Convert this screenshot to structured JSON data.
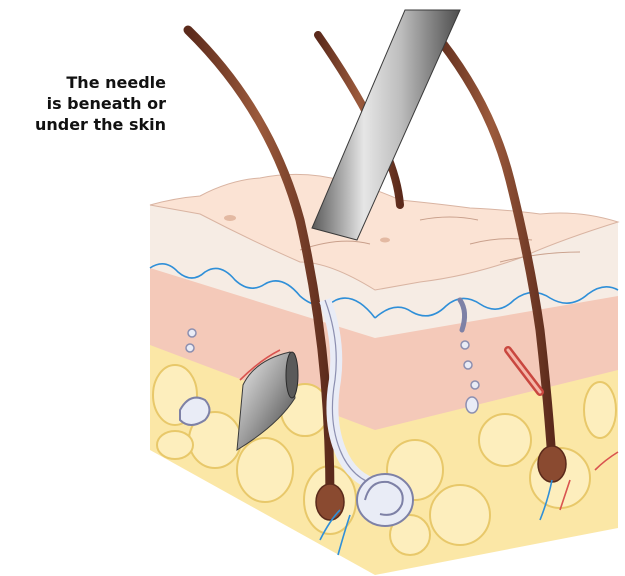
{
  "caption": {
    "lines": [
      "The needle",
      "is beneath or",
      "under the skin"
    ]
  },
  "palette": {
    "skin_surface": "#fbe3d4",
    "epidermis": "#f6ece4",
    "dermis": "#f4c9b9",
    "fat": "#fbe7a6",
    "fat_outline": "#e8c86a",
    "hair": "#7a3e2a",
    "needle": "#9a9a9a",
    "vessel_blue": "#2f8fd8",
    "vessel_red": "#d9534f"
  }
}
